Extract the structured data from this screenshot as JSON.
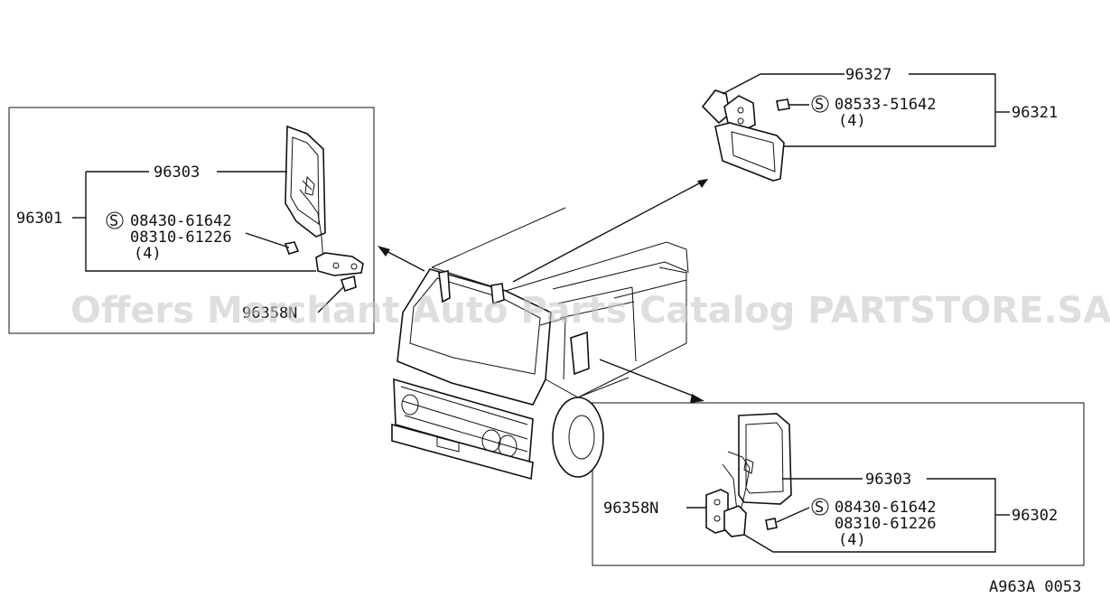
{
  "diagram": {
    "code": "A963A 0053",
    "watermark": "Offers Merchant Auto Parts Catalog PARTSTORE.SA",
    "left_assembly": {
      "assembly_no": "96301",
      "mirror_no": "96303",
      "screw_1": "08430-61642",
      "screw_2": "08310-61226",
      "qty": "(4)",
      "bracket_no": "96358N",
      "screw_symbol": "S"
    },
    "top_right_assembly": {
      "assembly_no": "96321",
      "mirror_no": "96327",
      "screw_1": "08533-51642",
      "qty": "(4)",
      "screw_symbol": "S"
    },
    "bottom_right_assembly": {
      "assembly_no": "96302",
      "mirror_no": "96303",
      "screw_1": "08430-61642",
      "screw_2": "08310-61226",
      "qty": "(4)",
      "bracket_no": "96358N",
      "screw_symbol": "S"
    }
  }
}
